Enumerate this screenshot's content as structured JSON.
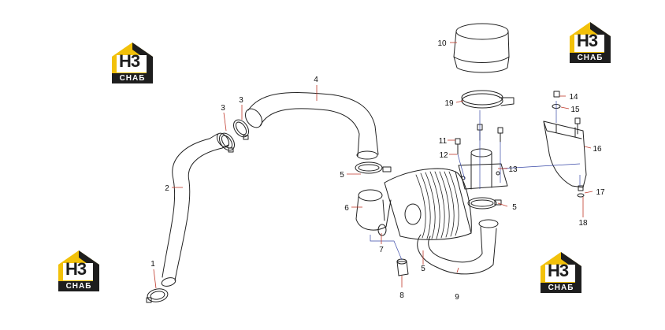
{
  "diagram": {
    "callouts": [
      {
        "id": "c1",
        "label": "1"
      },
      {
        "id": "c2",
        "label": "2"
      },
      {
        "id": "c3a",
        "label": "3"
      },
      {
        "id": "c3b",
        "label": "3"
      },
      {
        "id": "c4",
        "label": "4"
      },
      {
        "id": "c5a",
        "label": "5"
      },
      {
        "id": "c5b",
        "label": "5"
      },
      {
        "id": "c5c",
        "label": "5"
      },
      {
        "id": "c6",
        "label": "6"
      },
      {
        "id": "c7",
        "label": "7"
      },
      {
        "id": "c8",
        "label": "8"
      },
      {
        "id": "c9",
        "label": "9"
      },
      {
        "id": "c10",
        "label": "10"
      },
      {
        "id": "c11",
        "label": "11"
      },
      {
        "id": "c12",
        "label": "12"
      },
      {
        "id": "c13",
        "label": "13"
      },
      {
        "id": "c14",
        "label": "14"
      },
      {
        "id": "c15",
        "label": "15"
      },
      {
        "id": "c16",
        "label": "16"
      },
      {
        "id": "c17",
        "label": "17"
      },
      {
        "id": "c18",
        "label": "18"
      },
      {
        "id": "c19",
        "label": "19"
      }
    ]
  },
  "watermark": {
    "mark": "H3",
    "word": "СНАБ",
    "colors": {
      "accent": "#f2c10a",
      "dark": "#1e1e1e"
    }
  },
  "colors": {
    "line": "#222222",
    "leader": "#c0392b",
    "hidden": "#3a4aa8"
  }
}
